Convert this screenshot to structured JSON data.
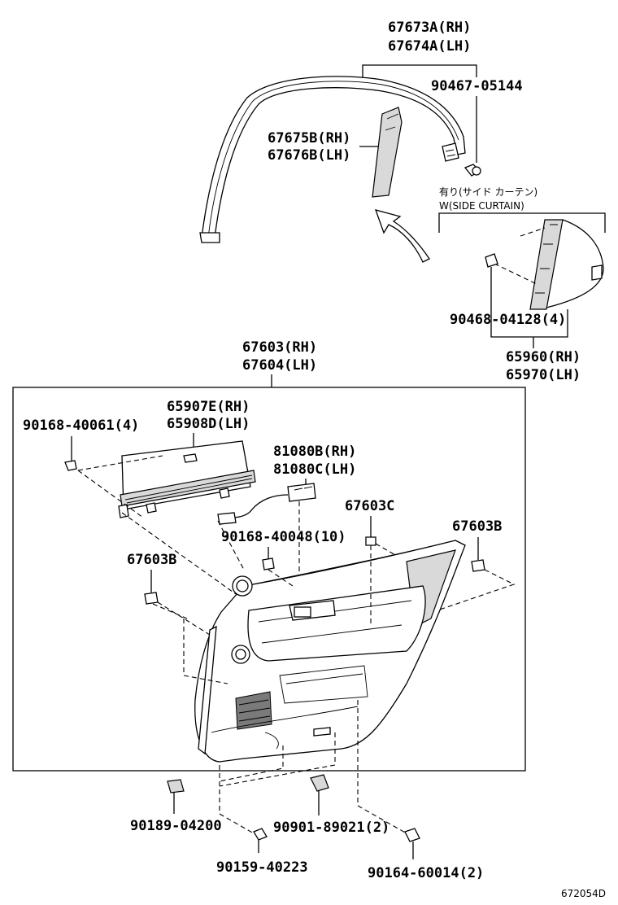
{
  "diagram": {
    "labels": {
      "weatherstrip_rh": "67673A(RH)",
      "weatherstrip_lh": "67674A(LH)",
      "clip_90467": "90467-05144",
      "pillar_rh": "67675B(RH)",
      "pillar_lh": "67676B(LH)",
      "side_curtain_jp": "有り(サイド カーテン)",
      "side_curtain_en": "W(SIDE CURTAIN)",
      "clip_90468": "90468-04128(4)",
      "garnish_rh": "65960(RH)",
      "garnish_lh": "65970(LH)",
      "panel_rh": "67603(RH)",
      "panel_lh": "67604(LH)",
      "screw_40061": "90168-40061(4)",
      "sunshade_rh": "65907E(RH)",
      "sunshade_lh": "65908D(LH)",
      "lamp_rh": "81080B(RH)",
      "lamp_lh": "81080C(LH)",
      "screw_40048": "90168-40048(10)",
      "clip_c": "67603C",
      "clip_b_right": "67603B",
      "clip_b_left": "67603B",
      "cover_04200": "90189-04200",
      "screw_40223": "90159-40223",
      "cushion_89021": "90901-89021(2)",
      "screw_60014": "90164-60014(2)",
      "drawing_no": "672054D"
    }
  }
}
